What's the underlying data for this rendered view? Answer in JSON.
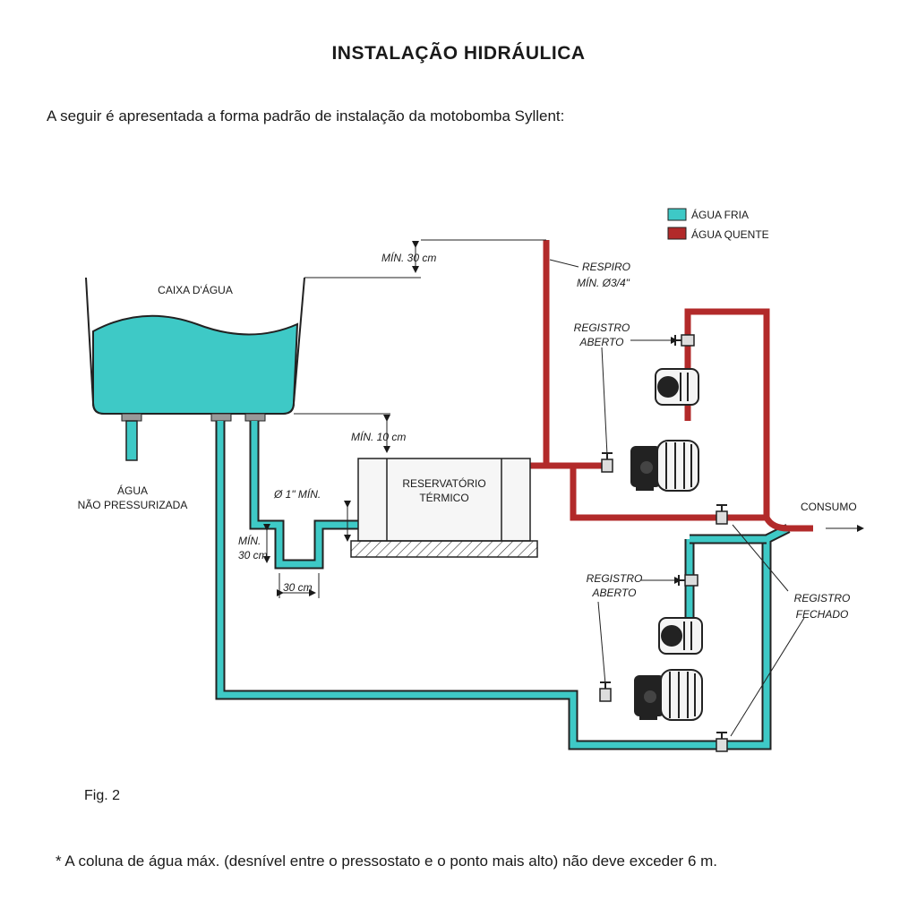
{
  "title": "INSTALAÇÃO HIDRÁULICA",
  "intro": "A seguir é apresentada a forma padrão de instalação da motobomba Syllent:",
  "legend": {
    "cold": {
      "label": "ÁGUA FRIA",
      "color": "#3ec9c6"
    },
    "hot": {
      "label": "ÁGUA QUENTE",
      "color": "#b22a2a"
    }
  },
  "labels": {
    "caixa": "CAIXA D'ÁGUA",
    "agua_nao_pressurizada_1": "ÁGUA",
    "agua_nao_pressurizada_2": "NÃO PRESSURIZADA",
    "min30_top": "MÍN. 30 cm",
    "respiro_1": "RESPIRO",
    "respiro_2": "MÍN. Ø3/4\"",
    "registro_aberto_top_1": "REGISTRO",
    "registro_aberto_top_2": "ABERTO",
    "min10": "MÍN. 10 cm",
    "reservatorio_1": "RESERVATÓRIO",
    "reservatorio_2": "TÉRMICO",
    "diam": "Ø 1\" MÍN.",
    "min30_left_1": "MÍN.",
    "min30_left_2": "30 cm",
    "cm30_bottom": "30 cm",
    "consumo": "CONSUMO",
    "registro_aberto_bottom_1": "REGISTRO",
    "registro_aberto_bottom_2": "ABERTO",
    "registro_fechado_1": "REGISTRO",
    "registro_fechado_2": "FECHADO"
  },
  "figure_label": "Fig. 2",
  "footnote": "* A coluna de água máx. (desnível entre o pressostato e o ponto mais alto) não deve exceder 6 m."
}
